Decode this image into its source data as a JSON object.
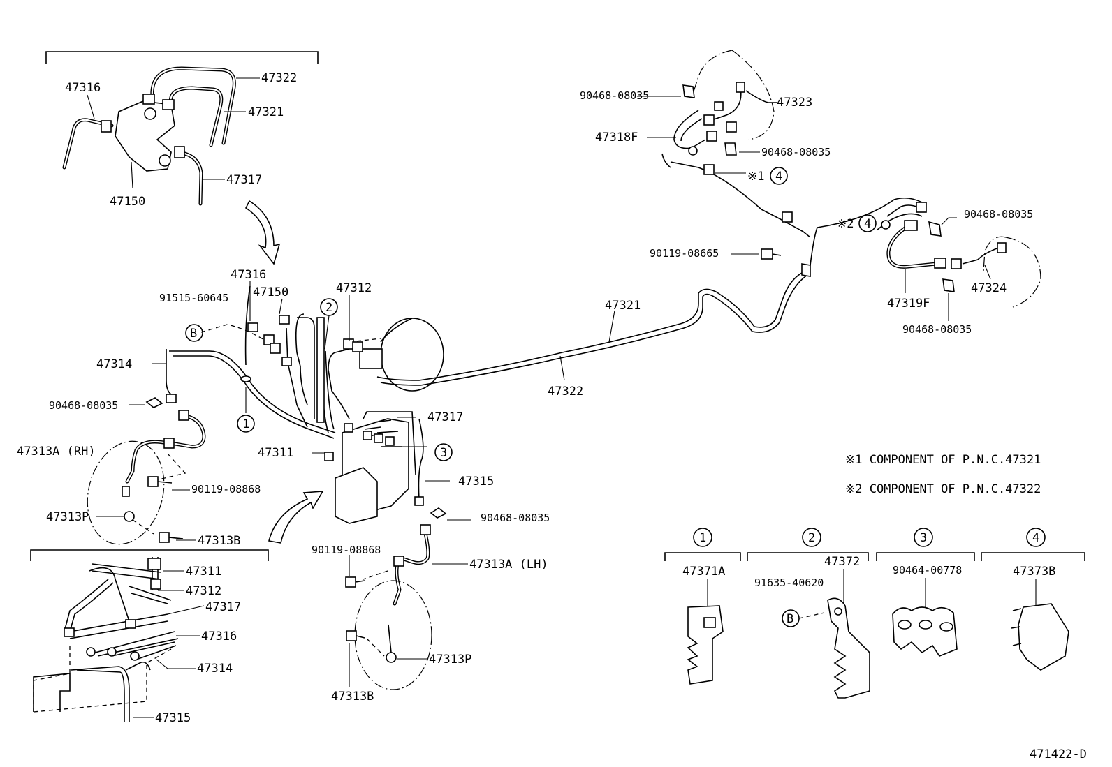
{
  "diagram": {
    "code": "471422-D",
    "labels": {
      "inset_47322": "47322",
      "inset_47316": "47316",
      "inset_47321": "47321",
      "inset_47317": "47317",
      "inset_47150": "47150",
      "m_47316": "47316",
      "m_47150": "47150",
      "m_91515": "91515-60645",
      "m_47312": "47312",
      "m_47314": "47314",
      "m_90468_l": "90468-08035",
      "m_47313a_rh": "47313A (RH)",
      "m_90119_l": "90119-08868",
      "m_47313p_l": "47313P",
      "m_47313b_l": "47313B",
      "m_47311": "47311",
      "m_47317": "47317",
      "m_47315": "47315",
      "m_90468_m": "90468-08035",
      "m_90119_m": "90119-08868",
      "m_47313a_lh": "47313A (LH)",
      "m_47313p_r": "47313P",
      "m_47313b_r": "47313B",
      "m_47321": "47321",
      "m_47322": "47322",
      "tr_90468_a": "90468-08035",
      "tr_47323": "47323",
      "tr_47318f": "47318F",
      "tr_90468_b": "90468-08035",
      "tr_90119": "90119-08665",
      "tr_90468_c": "90468-08035",
      "tr_47319f": "47319F",
      "tr_47324": "47324",
      "tr_90468_d": "90468-08035",
      "bl_47311": "47311",
      "bl_47312": "47312",
      "bl_47317": "47317",
      "bl_47316": "47316",
      "bl_47314": "47314",
      "bl_47315": "47315"
    },
    "callouts": {
      "c1": "1",
      "c2": "2",
      "c3": "3",
      "c4": "4",
      "b": "B",
      "note1_mark": "※1",
      "note2_mark": "※2"
    },
    "notes": {
      "note1": "※1 COMPONENT OF P.N.C.47321",
      "note2": "※2 COMPONENT OF P.N.C.47322"
    },
    "clamps": {
      "h1": "1",
      "h2": "2",
      "h3": "3",
      "h4": "4",
      "p1": "47371A",
      "p2a": "47372",
      "p2b": "91635-40620",
      "p2c": "B",
      "p3": "90464-00778",
      "p4": "47373B"
    }
  }
}
